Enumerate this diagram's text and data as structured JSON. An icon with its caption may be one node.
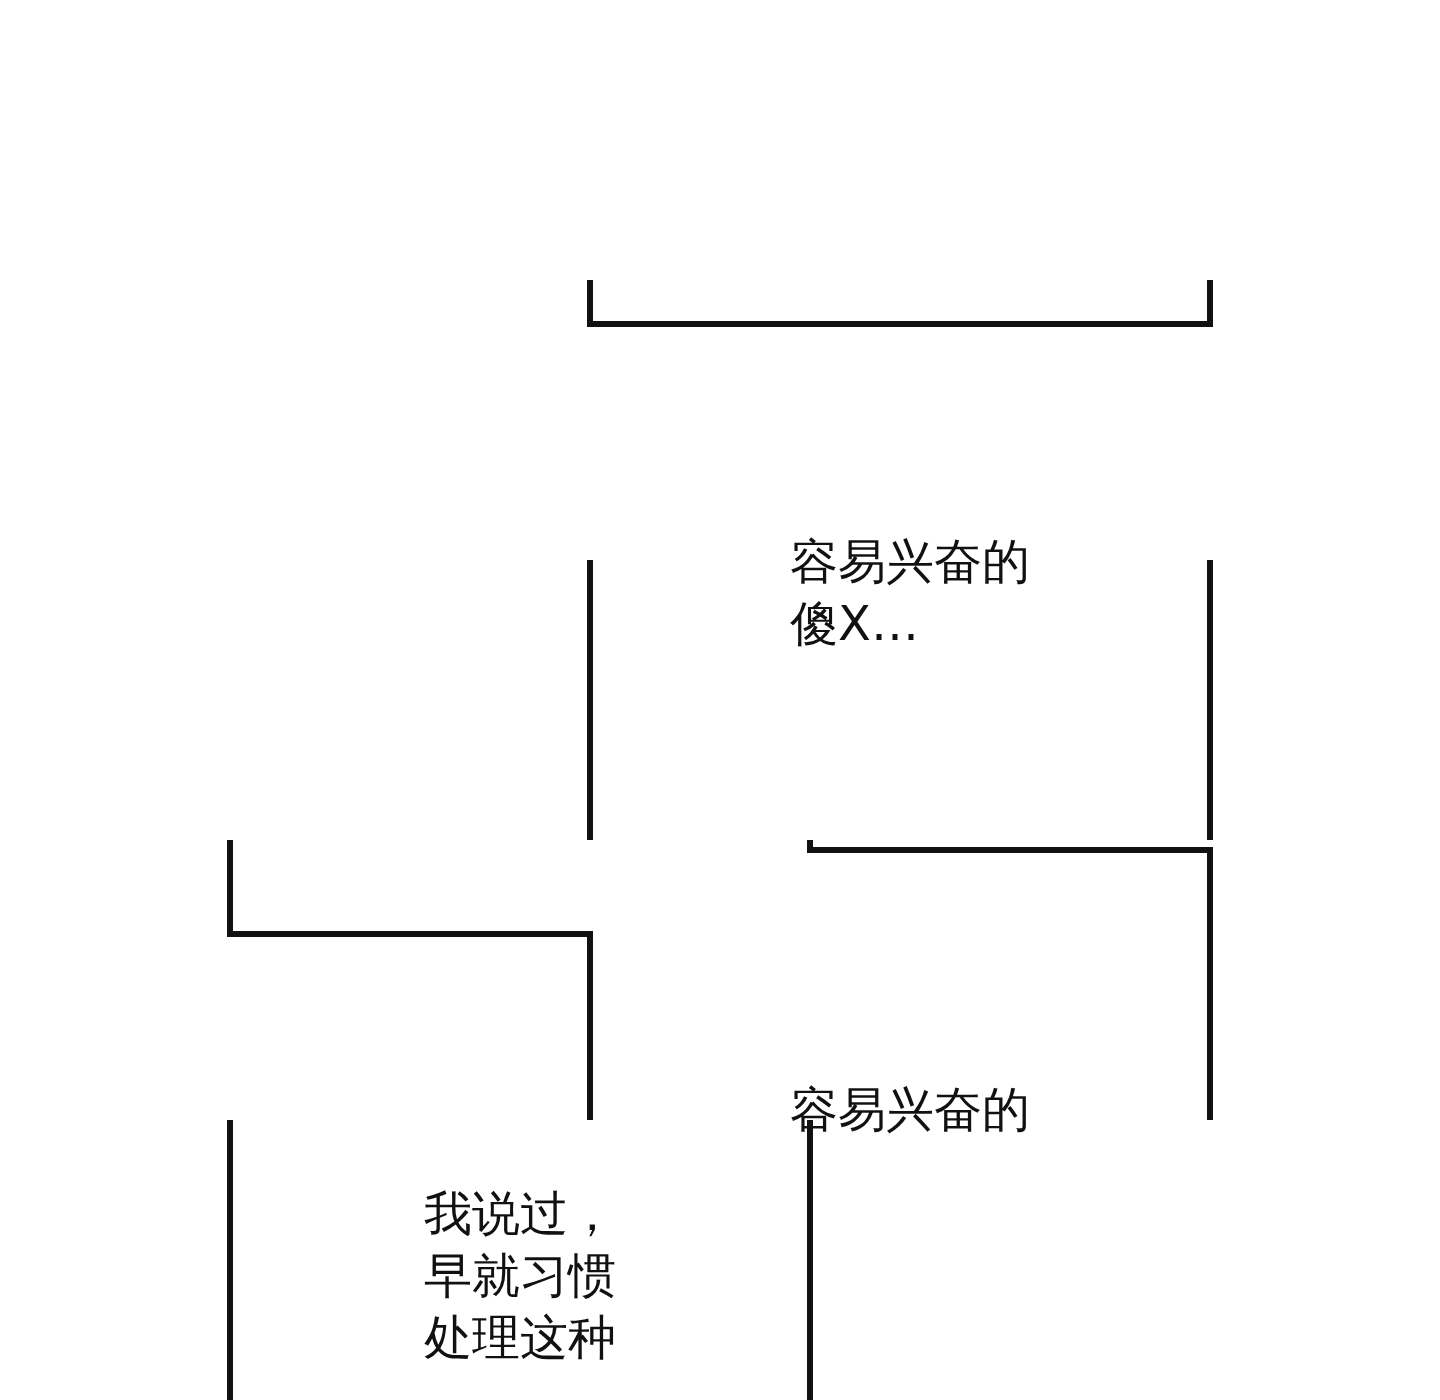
{
  "diagram": {
    "labels": [
      "容易兴奋的傻X…",
      "容易兴奋的",
      "我说过，早就习惯处理这种"
    ]
  }
}
